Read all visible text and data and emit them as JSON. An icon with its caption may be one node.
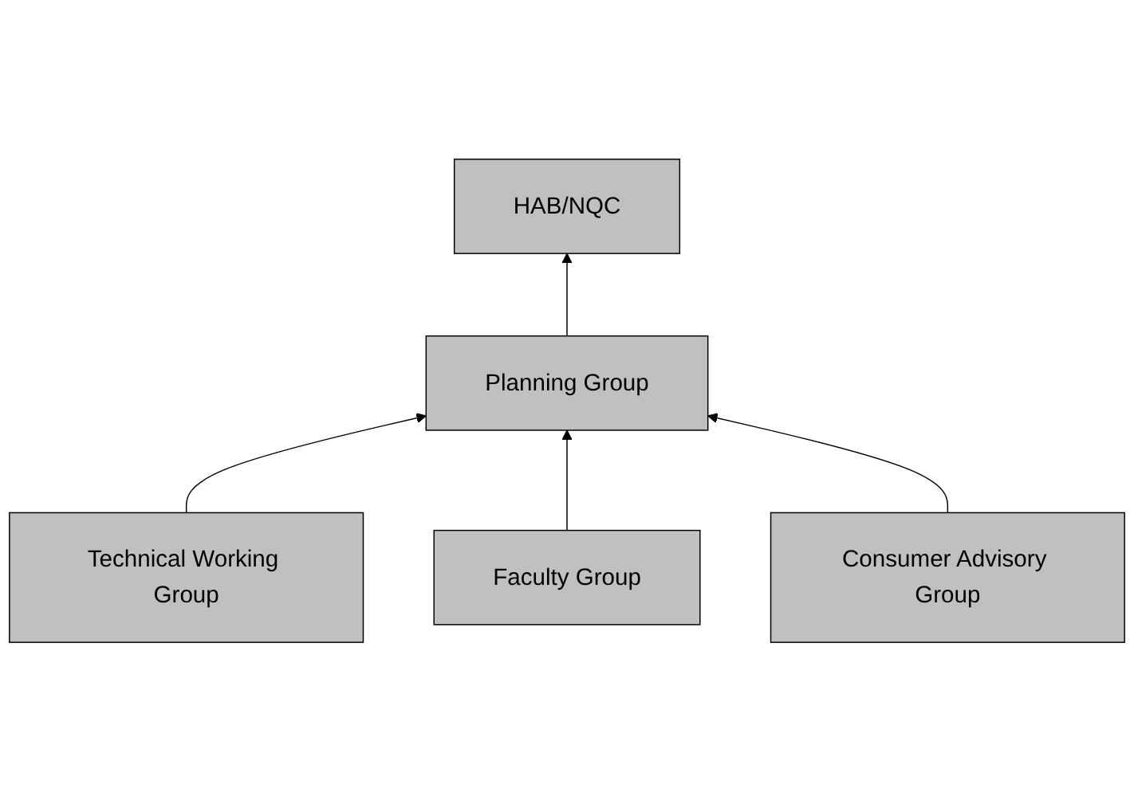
{
  "diagram": {
    "nodes": [
      {
        "text": [
          "HAB/NQC"
        ]
      },
      {
        "text": [
          "Planning Group"
        ]
      },
      {
        "text": [
          "Technical Working Group"
        ]
      },
      {
        "text": [
          "Faculty Group"
        ]
      },
      {
        "text": [
          "Consumer Advisory Group"
        ]
      }
    ],
    "edges": [
      {
        "from": 1,
        "to": 0,
        "arrow": "to"
      },
      {
        "from": 2,
        "to": 1,
        "arrow": "to"
      },
      {
        "from": 3,
        "to": 1,
        "arrow": "to"
      },
      {
        "from": 4,
        "to": 1,
        "arrow": "to"
      }
    ]
  }
}
